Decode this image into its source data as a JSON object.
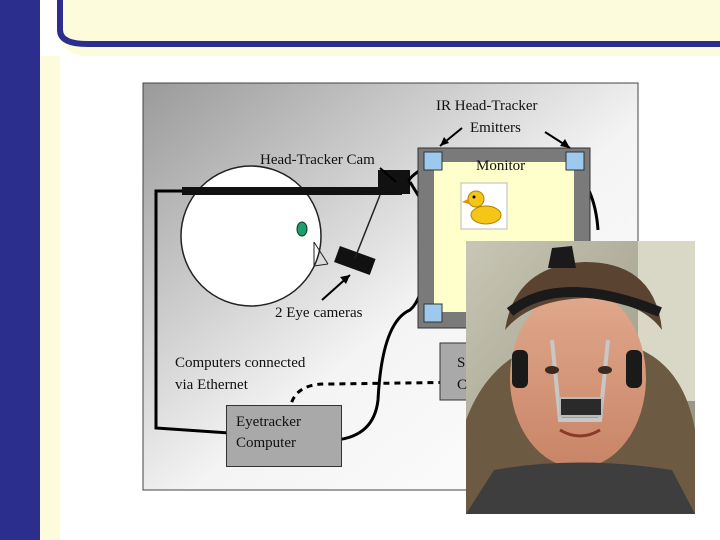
{
  "labels": {
    "ir_emitters": [
      "IR Head-Tracker",
      "Emitters"
    ],
    "head_tracker_cam": "Head-Tracker Cam",
    "monitor": "Monitor",
    "eye_cameras": "2 Eye cameras",
    "computers_connected": [
      "Computers connected",
      "via Ethernet"
    ],
    "eyetracker_computer": [
      "Eyetracker",
      "Computer"
    ],
    "stimulus_computer_partial": [
      "S",
      "C"
    ]
  },
  "colors": {
    "sidebar": "#2b2e8c",
    "panel": "#fcfbdc",
    "monitor_screen": "#ffffcc",
    "monitor_frame": "#7a7a7a",
    "emitter": "#9ec9ef",
    "eye": "#1f9e6e",
    "duck": "#f5c518"
  },
  "icons": {
    "duck": "duck-icon",
    "photo": "person-wearing-head-mounted-eyetracker-photo"
  }
}
